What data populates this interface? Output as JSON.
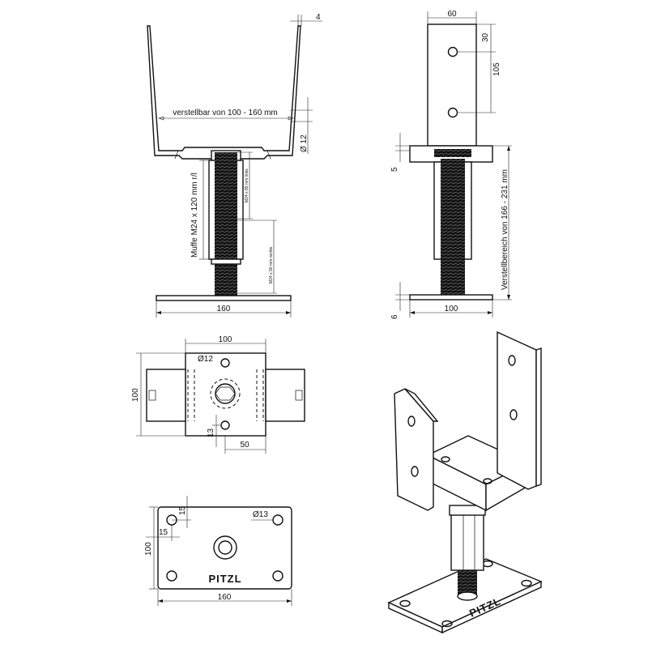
{
  "front_view": {
    "flange_gap": "4",
    "adjust_label": "verstellbar von 100 - 160 mm",
    "hole_dia": "Ø 12",
    "sleeve_label": "Muffe M24 x 120 mm r/l",
    "upper_thread": "M24 x 85 mm links",
    "lower_thread": "M24 x 90 mm rechts",
    "base_width": "160"
  },
  "side_view": {
    "top_width": "60",
    "hole_top": "30",
    "hole_spacing": "105",
    "plate_thick": "5",
    "adjust_range": "Verstellbereich von 166 - 231 mm",
    "base_thick": "6",
    "base_width": "100"
  },
  "top_view": {
    "width": "100",
    "hole_dia": "Ø12",
    "height": "100",
    "hole_offset": "13",
    "half_width": "50"
  },
  "base_plate": {
    "edge_y": "15",
    "edge_x": "15",
    "hole_dia": "Ø13",
    "height": "100",
    "width": "160",
    "brand": "PITZL"
  },
  "iso_view": {
    "brand": "PITZL"
  }
}
